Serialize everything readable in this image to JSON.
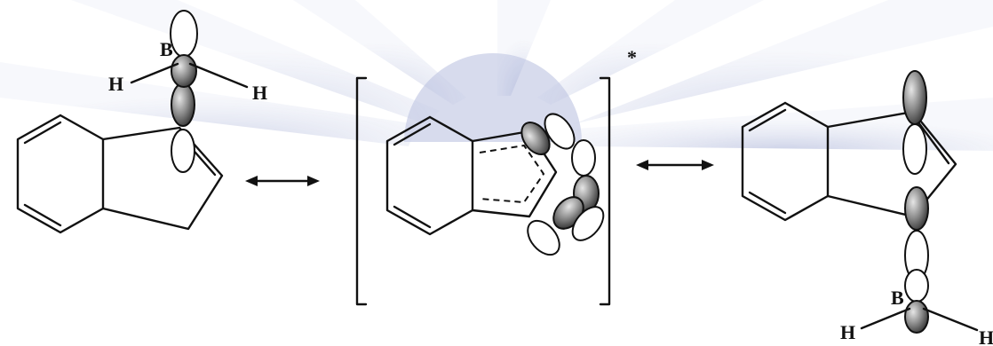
{
  "scheme": {
    "left_structure": {
      "boron_label": "B",
      "hydrogen_left_label": "H",
      "hydrogen_right_label": "H"
    },
    "transition_state": {
      "marker": "*"
    },
    "right_structure": {
      "boron_label": "B",
      "hydrogen_left_label": "H",
      "hydrogen_right_label": "H"
    }
  },
  "colors": {
    "background": "#ffffff",
    "ink": "#111111",
    "watermark": "#8a96c8"
  }
}
